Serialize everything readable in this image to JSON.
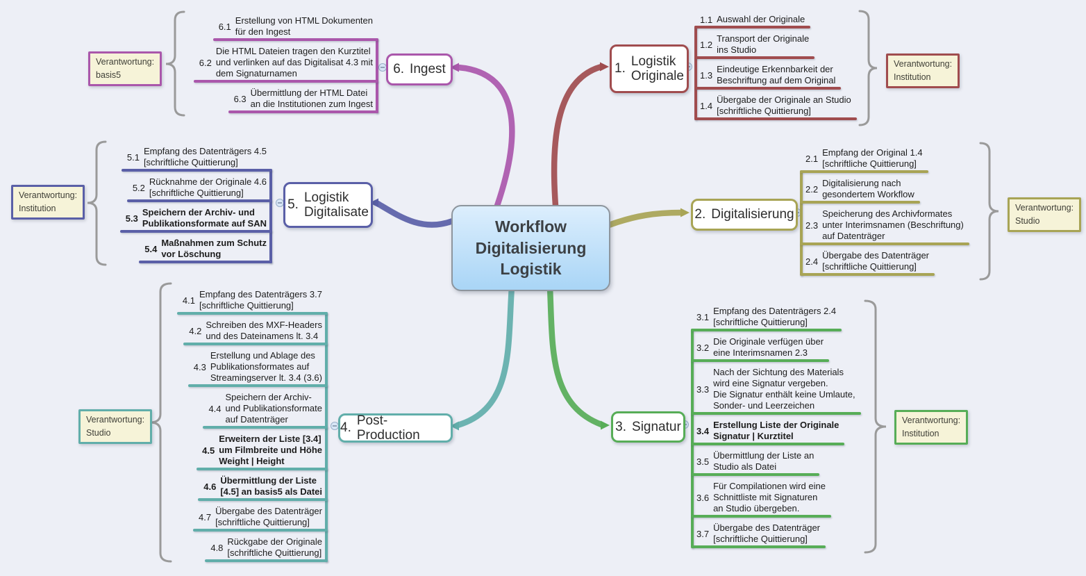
{
  "background_color": "#edeff6",
  "center": {
    "title": "Workflow\nDigitalisierung\nLogistik"
  },
  "callout_background": "#f6f3d8",
  "branches": [
    {
      "number": "1.",
      "label": "Logistik\nOriginale",
      "color": "#a04c4e",
      "callout": {
        "label": "Verantwortung:",
        "value": "Institution"
      },
      "items": [
        {
          "num": "1.1",
          "text": "Auswahl der Originale"
        },
        {
          "num": "1.2",
          "text": "Transport der Originale\nins Studio"
        },
        {
          "num": "1.3",
          "text": "Eindeutige Erkennbarkeit der\nBeschriftung auf dem Original"
        },
        {
          "num": "1.4",
          "text": "Übergabe der Originale an Studio\n[schriftliche Quittierung]"
        }
      ]
    },
    {
      "number": "2.",
      "label": "Digitalisierung",
      "color": "#a8a455",
      "callout": {
        "label": "Verantwortung:",
        "value": "Studio"
      },
      "items": [
        {
          "num": "2.1",
          "text": "Empfang der Original 1.4\n[schriftliche Quittierung]"
        },
        {
          "num": "2.2",
          "text": "Digitalisierung nach\ngesondertem Workflow"
        },
        {
          "num": "2.3",
          "text": "Speicherung des Archivformates\nunter Interimsnamen (Beschriftung)\nauf Datenträger"
        },
        {
          "num": "2.4",
          "text": "Übergabe des Datenträger\n[schriftliche Quittierung]"
        }
      ]
    },
    {
      "number": "3.",
      "label": "Signatur",
      "color": "#57ad57",
      "callout": {
        "label": "Verantwortung:",
        "value": "Institution"
      },
      "items": [
        {
          "num": "3.1",
          "text": "Empfang des Datenträgers 2.4\n[schriftliche Quittierung]"
        },
        {
          "num": "3.2",
          "text": "Die Originale verfügen über\neine Interimsnamen 2.3"
        },
        {
          "num": "3.3",
          "text": "Nach der Sichtung des Materials\nwird eine Signatur vergeben.\nDie Signatur enthält keine Umlaute,\nSonder- und Leerzeichen"
        },
        {
          "num": "3.4",
          "text": "Erstellung Liste der Originale\nSignatur | Kurztitel",
          "bold": true
        },
        {
          "num": "3.5",
          "text": "Übermittlung der Liste an\nStudio als Datei"
        },
        {
          "num": "3.6",
          "text": "Für Compilationen wird eine\nSchnittliste mit Signaturen\nan Studio übergeben."
        },
        {
          "num": "3.7",
          "text": "Übergabe des Datenträger\n[schriftliche Quittierung]"
        }
      ]
    },
    {
      "number": "4.",
      "label": "Post-Production",
      "color": "#61aeaa",
      "callout": {
        "label": "Verantwortung:",
        "value": "Studio"
      },
      "items": [
        {
          "num": "4.1",
          "text": "Empfang des Datenträgers 3.7\n[schriftliche Quittierung]"
        },
        {
          "num": "4.2",
          "text": "Schreiben des MXF-Headers\nund des Dateinamens lt. 3.4"
        },
        {
          "num": "4.3",
          "text": "Erstellung und Ablage des\nPublikationsformates auf\nStreamingserver lt. 3.4 (3.6)"
        },
        {
          "num": "4.4",
          "text": "Speichern der Archiv-\nund Publikationsformate\nauf Datenträger"
        },
        {
          "num": "4.5",
          "text": "Erweitern der Liste [3.4]\num Filmbreite und Höhe\nWeight | Height",
          "bold": true
        },
        {
          "num": "4.6",
          "text": "Übermittlung der Liste\n[4.5] an basis5 als Datei",
          "bold": true
        },
        {
          "num": "4.7",
          "text": "Übergabe des Datenträger\n[schriftliche Quittierung]"
        },
        {
          "num": "4.8",
          "text": "Rückgabe der Originale\n[schriftliche Quittierung]"
        }
      ]
    },
    {
      "number": "5.",
      "label": "Logistik\nDigitalisate",
      "color": "#5a5fa7",
      "callout": {
        "label": "Verantwortung:",
        "value": "Institution"
      },
      "items": [
        {
          "num": "5.1",
          "text": "Empfang des Datenträgers 4.5\n[schriftliche Quittierung]"
        },
        {
          "num": "5.2",
          "text": "Rücknahme der Originale 4.6\n[schriftliche Quittierung]"
        },
        {
          "num": "5.3",
          "text": "Speichern der Archiv- und\nPublikationsformate auf SAN",
          "bold": true
        },
        {
          "num": "5.4",
          "text": "Maßnahmen zum Schutz\nvor Löschung",
          "bold": true
        }
      ]
    },
    {
      "number": "6.",
      "label": "Ingest",
      "color": "#aa57ab",
      "callout": {
        "label": "Verantwortung:",
        "value": "basis5"
      },
      "items": [
        {
          "num": "6.1",
          "text": "Erstellung von HTML Dokumenten\nfür den Ingest"
        },
        {
          "num": "6.2",
          "text": "Die HTML Dateien tragen den Kurztitel\nund verlinken auf das Digitalisat 4.3 mit\ndem Signaturnamen"
        },
        {
          "num": "6.3",
          "text": "Übermittlung der HTML Datei\nan die Institutionen zum Ingest"
        }
      ]
    }
  ]
}
